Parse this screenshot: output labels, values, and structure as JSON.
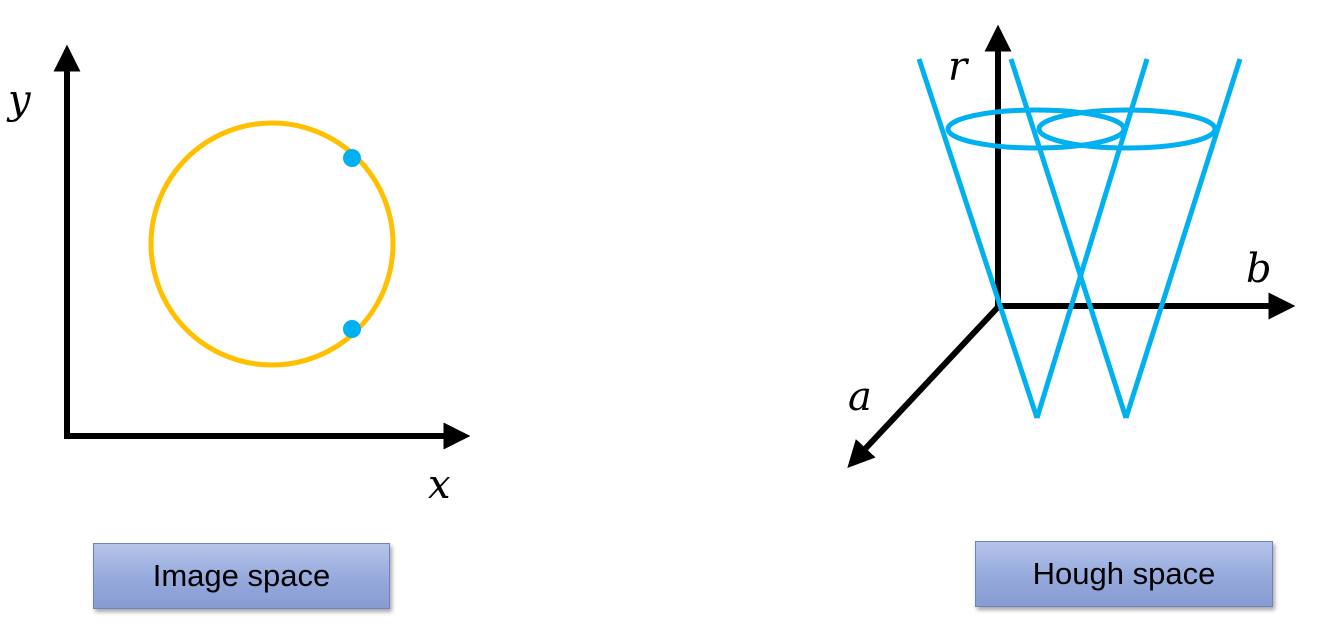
{
  "image_space": {
    "x_label": "x",
    "y_label": "y",
    "caption": "Image space"
  },
  "hough_space": {
    "a_label": "a",
    "b_label": "b",
    "r_label": "r",
    "caption": "Hough space"
  },
  "colors": {
    "axis": "#000000",
    "circle": "#ffc000",
    "points": "#00b0f0",
    "cones": "#00b0f0",
    "caption_fill": "#95a9dc"
  }
}
